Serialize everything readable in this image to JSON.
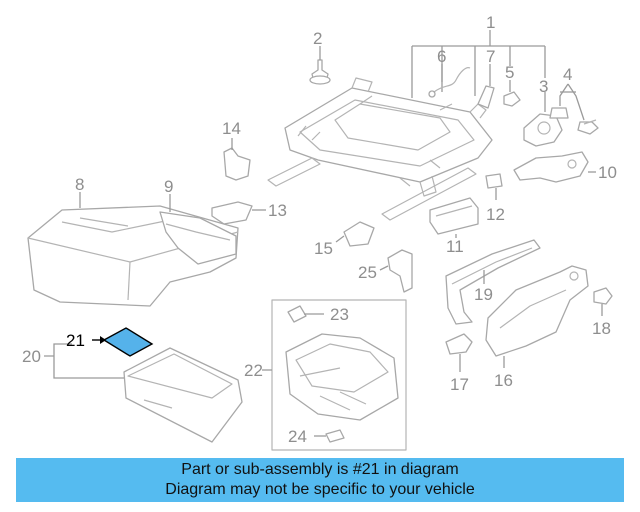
{
  "diagram": {
    "callouts": {
      "c1": "1",
      "c2": "2",
      "c3": "3",
      "c4": "4",
      "c5": "5",
      "c6": "6",
      "c7": "7",
      "c8": "8",
      "c9": "9",
      "c10": "10",
      "c11": "11",
      "c12": "12",
      "c13": "13",
      "c14": "14",
      "c15": "15",
      "c16": "16",
      "c17": "17",
      "c18": "18",
      "c19": "19",
      "c20": "20",
      "c21": "21",
      "c22": "22",
      "c23": "23",
      "c24": "24",
      "c25": "25"
    },
    "highlighted_part": "21",
    "highlight_color": "#55b2ea"
  },
  "banner": {
    "line1": "Part or sub-assembly is #21 in diagram",
    "line2": "Diagram may not be specific to your vehicle",
    "background": "#55bbf0"
  }
}
